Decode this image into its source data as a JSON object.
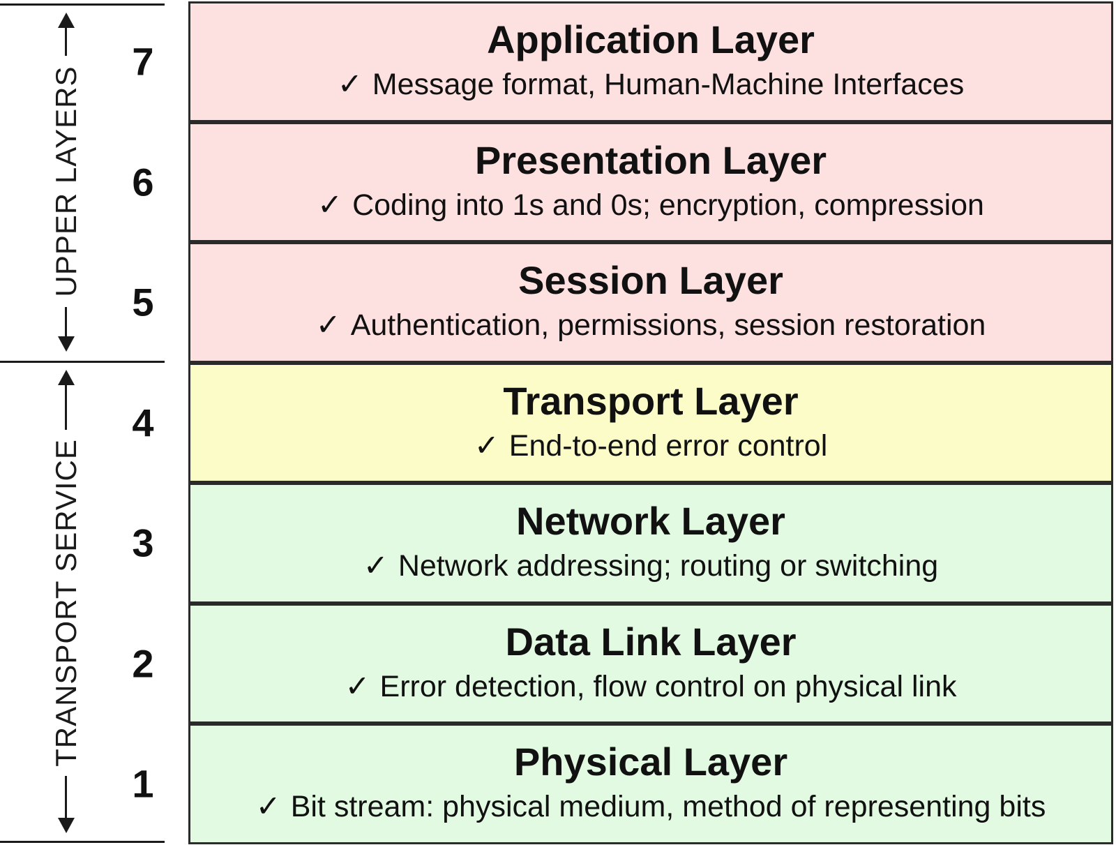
{
  "groups": {
    "upper": {
      "label": "UPPER LAYERS"
    },
    "transport": {
      "label": "TRANSPORT SERVICE"
    }
  },
  "colors": {
    "upper": "#fde0e0",
    "transport_layer": "#fcfcc8",
    "lower": "#e2fae2",
    "border": "#2a2a2a"
  },
  "check_glyph": "✓",
  "layers": [
    {
      "number": "7",
      "title": "Application Layer",
      "description": "Message format, Human-Machine Interfaces",
      "group": "upper"
    },
    {
      "number": "6",
      "title": "Presentation Layer",
      "description": "Coding into 1s and 0s; encryption, compression",
      "group": "upper"
    },
    {
      "number": "5",
      "title": "Session Layer",
      "description": "Authentication, permissions, session restoration",
      "group": "upper"
    },
    {
      "number": "4",
      "title": "Transport Layer",
      "description": "End-to-end error control",
      "group": "transport"
    },
    {
      "number": "3",
      "title": "Network Layer",
      "description": "Network addressing; routing or switching",
      "group": "transport"
    },
    {
      "number": "2",
      "title": "Data Link Layer",
      "description": "Error detection, flow control on physical link",
      "group": "transport"
    },
    {
      "number": "1",
      "title": "Physical Layer",
      "description": "Bit stream: physical medium, method of representing bits",
      "group": "transport"
    }
  ]
}
